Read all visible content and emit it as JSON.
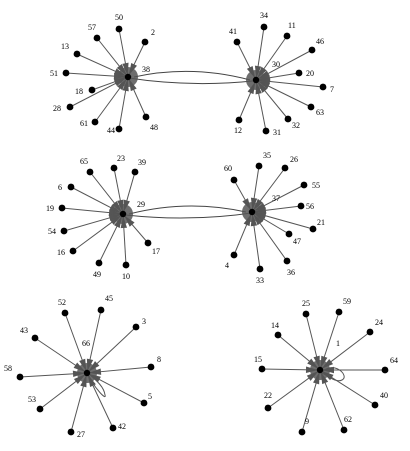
{
  "diagram": {
    "title": "",
    "components": [
      {
        "hubs": [
          {
            "id": "38",
            "leaves": [
              "50",
              "2",
              "57",
              "13",
              "51",
              "18",
              "28",
              "61",
              "44",
              "48"
            ]
          },
          {
            "id": "30",
            "leaves": [
              "34",
              "11",
              "41",
              "46",
              "20",
              "7",
              "63",
              "32",
              "31",
              "12"
            ]
          }
        ],
        "links": [
          [
            "38",
            "30"
          ],
          [
            "30",
            "38"
          ]
        ],
        "loops": []
      },
      {
        "hubs": [
          {
            "id": "29",
            "leaves": [
              "23",
              "65",
              "39",
              "6",
              "19",
              "54",
              "16",
              "49",
              "10",
              "17"
            ]
          },
          {
            "id": "37",
            "leaves": [
              "35",
              "26",
              "60",
              "55",
              "56",
              "21",
              "47",
              "36",
              "33",
              "4"
            ]
          }
        ],
        "links": [
          [
            "29",
            "37"
          ],
          [
            "37",
            "29"
          ]
        ],
        "loops": []
      },
      {
        "hubs": [
          {
            "id": "66",
            "leaves": [
              "45",
              "52",
              "3",
              "43",
              "8",
              "58",
              "5",
              "53",
              "42",
              "27"
            ]
          }
        ],
        "links": [],
        "loops": [
          "66"
        ]
      },
      {
        "hubs": [
          {
            "id": "1",
            "leaves": [
              "25",
              "59",
              "14",
              "24",
              "64",
              "15",
              "40",
              "22",
              "62",
              "9"
            ]
          }
        ],
        "links": [],
        "loops": [
          "1"
        ]
      }
    ]
  }
}
